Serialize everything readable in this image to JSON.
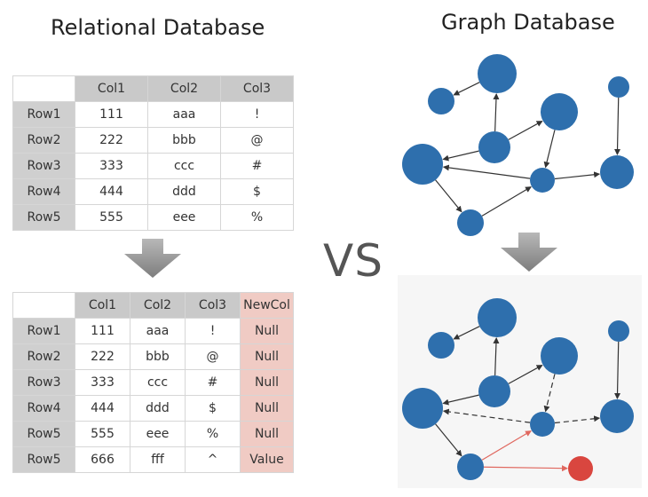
{
  "relational": {
    "title": "Relational Database",
    "table_before": {
      "headers": [
        "Col1",
        "Col2",
        "Col3"
      ],
      "rows": [
        {
          "label": "Row1",
          "cells": [
            "111",
            "aaa",
            "!"
          ]
        },
        {
          "label": "Row2",
          "cells": [
            "222",
            "bbb",
            "@"
          ]
        },
        {
          "label": "Row3",
          "cells": [
            "333",
            "ccc",
            "#"
          ]
        },
        {
          "label": "Row4",
          "cells": [
            "444",
            "ddd",
            "$"
          ]
        },
        {
          "label": "Row5",
          "cells": [
            "555",
            "eee",
            "%"
          ]
        }
      ]
    },
    "table_after": {
      "headers": [
        "Col1",
        "Col2",
        "Col3",
        "NewCol"
      ],
      "rows": [
        {
          "label": "Row1",
          "cells": [
            "111",
            "aaa",
            "!",
            "Null"
          ]
        },
        {
          "label": "Row2",
          "cells": [
            "222",
            "bbb",
            "@",
            "Null"
          ]
        },
        {
          "label": "Row3",
          "cells": [
            "333",
            "ccc",
            "#",
            "Null"
          ]
        },
        {
          "label": "Row4",
          "cells": [
            "444",
            "ddd",
            "$",
            "Null"
          ]
        },
        {
          "label": "Row5",
          "cells": [
            "555",
            "eee",
            "%",
            "Null"
          ]
        },
        {
          "label": "Row5",
          "cells": [
            "666",
            "fff",
            "^",
            "Value"
          ]
        }
      ]
    }
  },
  "separator": {
    "text": "VS"
  },
  "graph": {
    "title": "Graph Database",
    "colors": {
      "node": "#2e6fad",
      "new_node": "#d9463f",
      "edge": "#333333",
      "new_edge": "#e0685f",
      "arrow": "#9a9a9a"
    }
  }
}
